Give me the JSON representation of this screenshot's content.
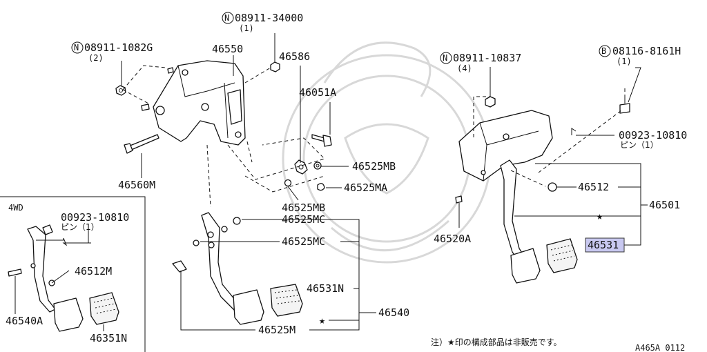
{
  "labels": {
    "p46550": "46550",
    "p08911_34000": "08911-34000",
    "p08911_34000_qty": "(1)",
    "p08911_1082G": "08911-1082G",
    "p08911_1082G_qty": "(2)",
    "p46586": "46586",
    "p46051A": "46051A",
    "p46525MB_a": "46525MB",
    "p46525MA": "46525MA",
    "p46525MB_b": "46525MB",
    "p46560M": "46560M",
    "p46525MC_a": "46525MC",
    "p46525MC_b": "46525MC",
    "p46531N": "46531N",
    "p46540": "46540",
    "p46525M": "46525M",
    "p08911_10837": "08911-10837",
    "p08911_10837_qty": "(4)",
    "p08116_8161H": "08116-8161H",
    "p08116_8161H_qty": "(1)",
    "p00923_10810_r": "00923-10810",
    "pin_r": "ピン（1）",
    "p46512": "46512",
    "p46501": "46501",
    "p46520A": "46520A",
    "p46531": "46531",
    "inset_title": "4WD",
    "p00923_10810_l": "00923-10810",
    "pin_l": "ピン（1）",
    "p46512M": "46512M",
    "p46540A": "46540A",
    "p46351N": "46351N",
    "prefix_N": "N",
    "prefix_B": "B",
    "star": "★"
  },
  "note": "注）★印の構成部品は非販売です。",
  "diagram_code": "A465A 0112",
  "highlight_color": "#c8c8f0"
}
